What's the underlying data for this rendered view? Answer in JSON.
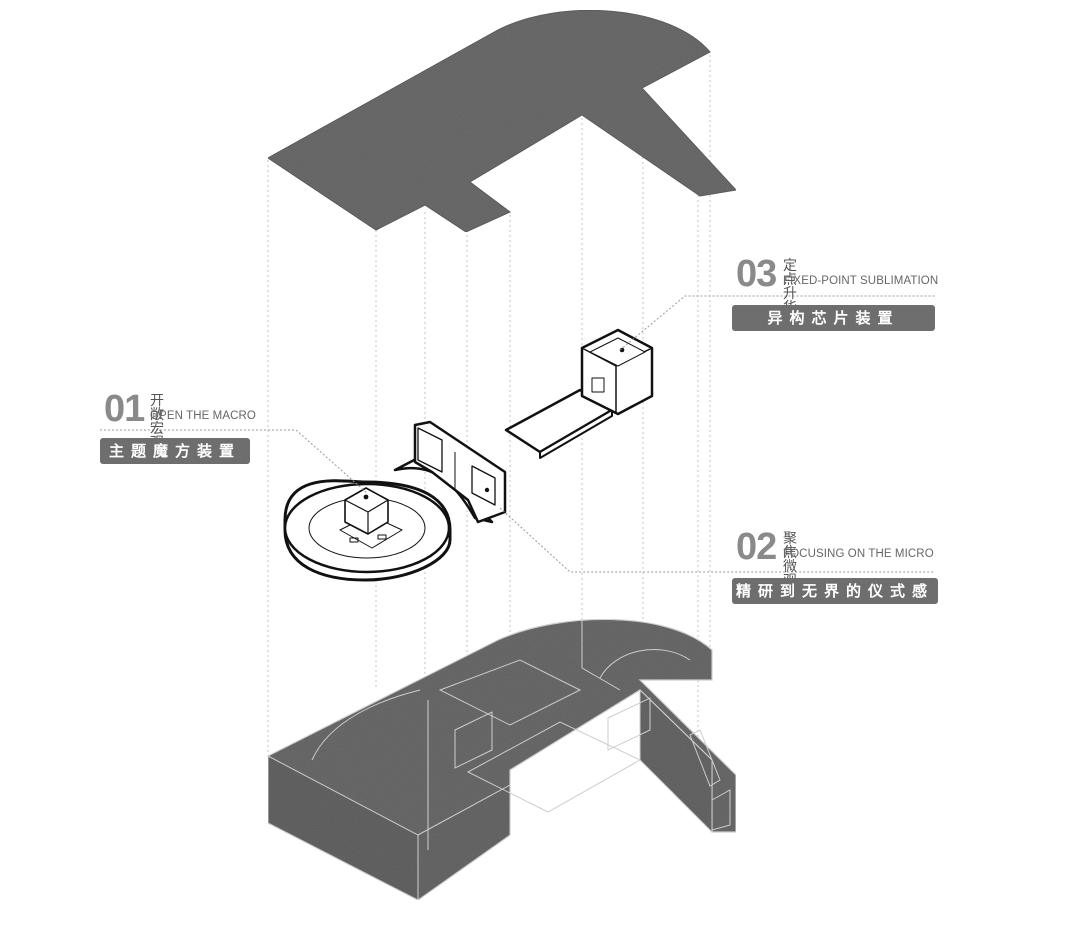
{
  "annotations": [
    {
      "id": "01",
      "number": "01",
      "title_cn": "开敞宏观",
      "title_en": "OPEN THE MACRO",
      "tag": "主题魔方装置"
    },
    {
      "id": "02",
      "number": "02",
      "title_cn": "聚焦微观",
      "title_en": "FOCUSING ON THE MICRO",
      "tag": "精研到无界的仪式感"
    },
    {
      "id": "03",
      "number": "03",
      "title_cn": "定点升华",
      "title_en": "FIXED-POINT SUBLIMATION",
      "tag": "异构芯片装置"
    }
  ],
  "colors": {
    "slab": "#5a5a5a",
    "slab_dark": "#4a4a4a",
    "label_number": "#8a8a8a",
    "tag_bg": "#6e6e6e",
    "leader": "#999999"
  }
}
